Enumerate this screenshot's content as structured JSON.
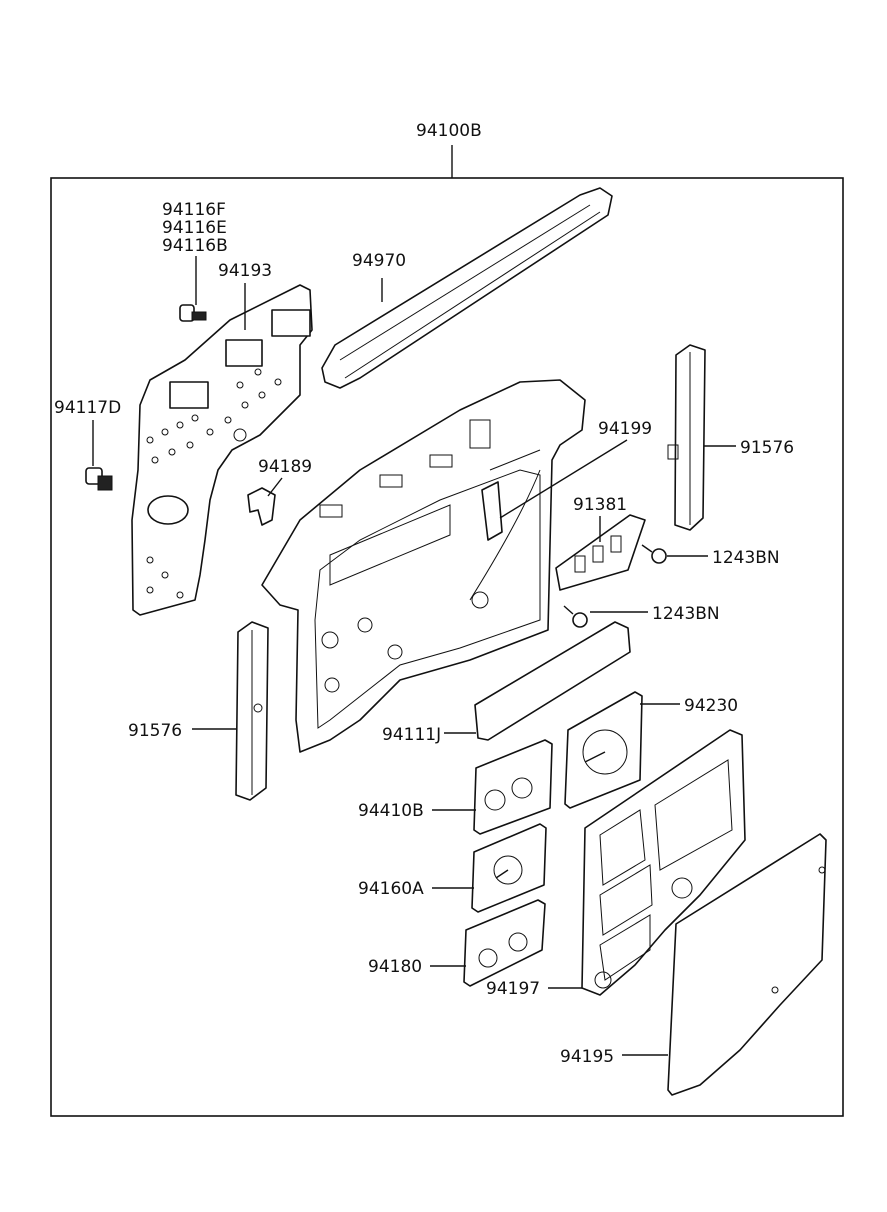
{
  "labels": {
    "assembly": "94100B",
    "pcb_screws_1": "94116F",
    "pcb_screws_2": "94116E",
    "pcb_screws_3": "94116B",
    "printed_circuit": "94193",
    "bulb_socket": "94117D",
    "top_cover": "94970",
    "clip": "94189",
    "case_part": "94199",
    "strip_right": "91576",
    "indicator": "91381",
    "screw_1": "1243BN",
    "screw_2": "1243BN",
    "strip_left": "91576",
    "lens_strip": "94111J",
    "tachometer": "94230",
    "fuel_temp_gauge": "94410B",
    "speedometer": "94160A",
    "gauge_small": "94180",
    "gauge_plate": "94197",
    "glass": "94195"
  }
}
